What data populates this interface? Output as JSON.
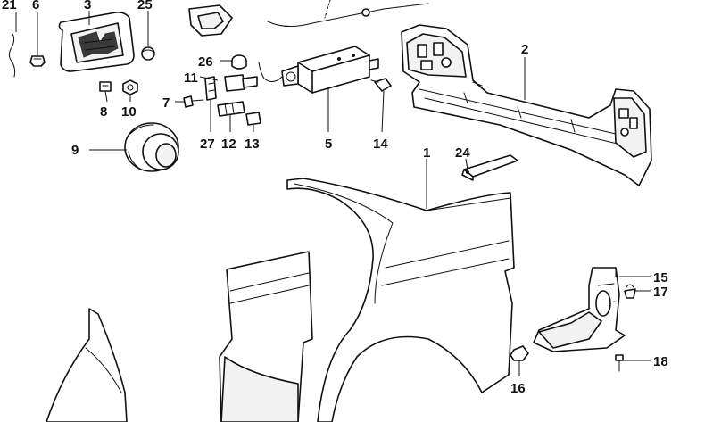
{
  "callouts": {
    "c1": "1",
    "c2": "2",
    "c3": "3",
    "c5": "5",
    "c6": "6",
    "c7": "7",
    "c8": "8",
    "c9": "9",
    "c10": "10",
    "c11": "11",
    "c12": "12",
    "c13": "13",
    "c14": "14",
    "c15": "15",
    "c16": "16",
    "c17": "17",
    "c18": "18",
    "c21": "21",
    "c24": "24",
    "c25": "25",
    "c26": "26",
    "c27": "27"
  }
}
